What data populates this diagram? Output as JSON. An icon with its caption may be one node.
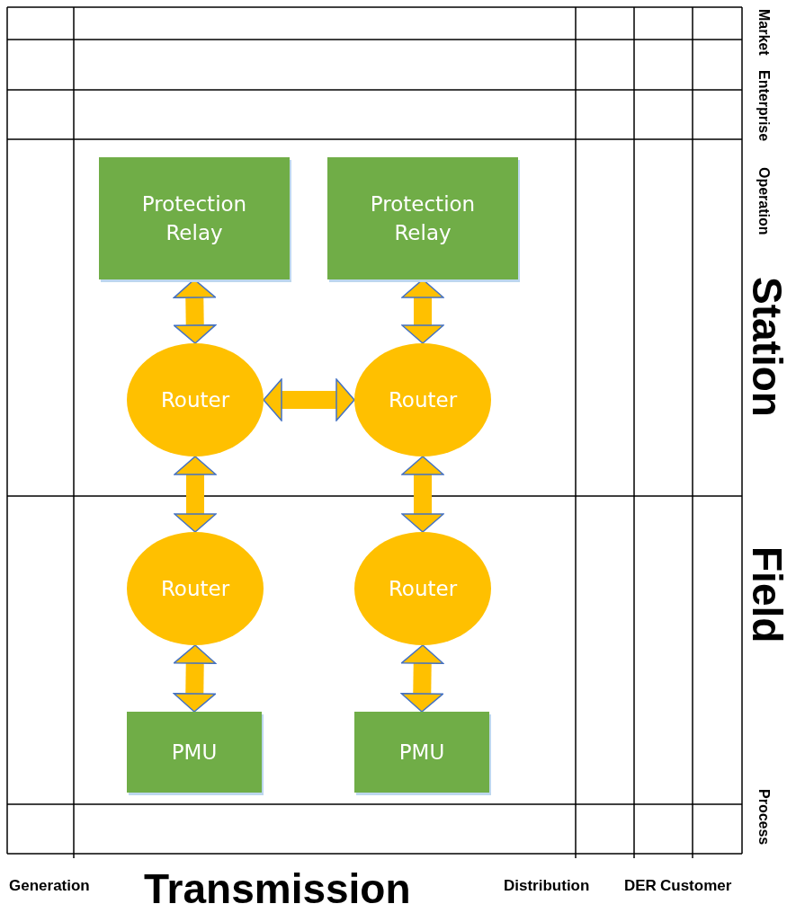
{
  "diagram": {
    "nodes": [
      {
        "text": [
          "Protection Relay"
        ]
      },
      {
        "text": [
          "Protection Relay"
        ]
      },
      {
        "text": [
          "Router"
        ]
      },
      {
        "text": [
          "Router"
        ]
      },
      {
        "text": [
          "Router"
        ]
      },
      {
        "text": [
          "Router"
        ]
      },
      {
        "text": [
          "PMU"
        ]
      },
      {
        "text": [
          "PMU"
        ]
      }
    ],
    "edges": [
      {
        "from": 0,
        "to": 2,
        "arrow": "both"
      },
      {
        "from": 1,
        "to": 3,
        "arrow": "both"
      },
      {
        "from": 2,
        "to": 3,
        "arrow": "both"
      },
      {
        "from": 2,
        "to": 4,
        "arrow": "both"
      },
      {
        "from": 3,
        "to": 5,
        "arrow": "both"
      },
      {
        "from": 4,
        "to": 6,
        "arrow": "both"
      },
      {
        "from": 5,
        "to": 7,
        "arrow": "both"
      }
    ],
    "labels": [
      "Market",
      "Enterprise",
      "Operation",
      "Station",
      "Field",
      "Process",
      "Generation",
      "Transmission",
      "Distribution",
      "DER",
      "Customer"
    ]
  }
}
